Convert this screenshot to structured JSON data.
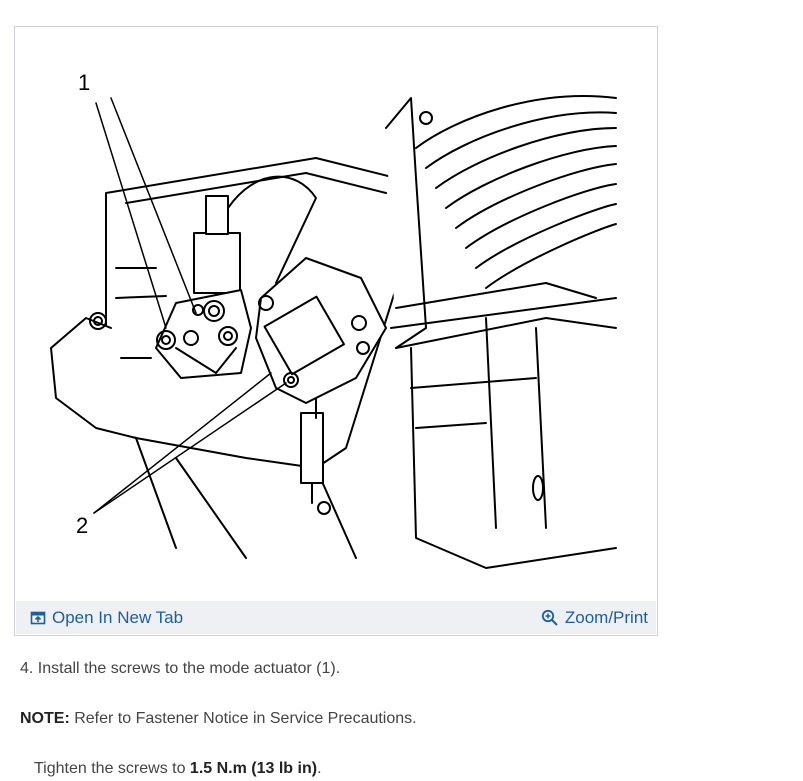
{
  "figure": {
    "callouts": [
      "1",
      "2"
    ],
    "toolbar": {
      "open_label": "Open In New Tab",
      "open_icon": "open-new-tab-icon",
      "zoom_label": "Zoom/Print",
      "zoom_icon": "zoom-in-icon",
      "link_color": "#1f5f99",
      "bar_color": "#eef0f3"
    }
  },
  "instructions": {
    "step": "4. Install the screws to the mode actuator (1).",
    "note_label": "NOTE:",
    "note_text": " Refer to Fastener Notice in Service Precautions.",
    "tighten_prefix": "Tighten the screws to ",
    "tighten_value": "1.5 N.m (13 lb in)",
    "tighten_suffix": "."
  }
}
